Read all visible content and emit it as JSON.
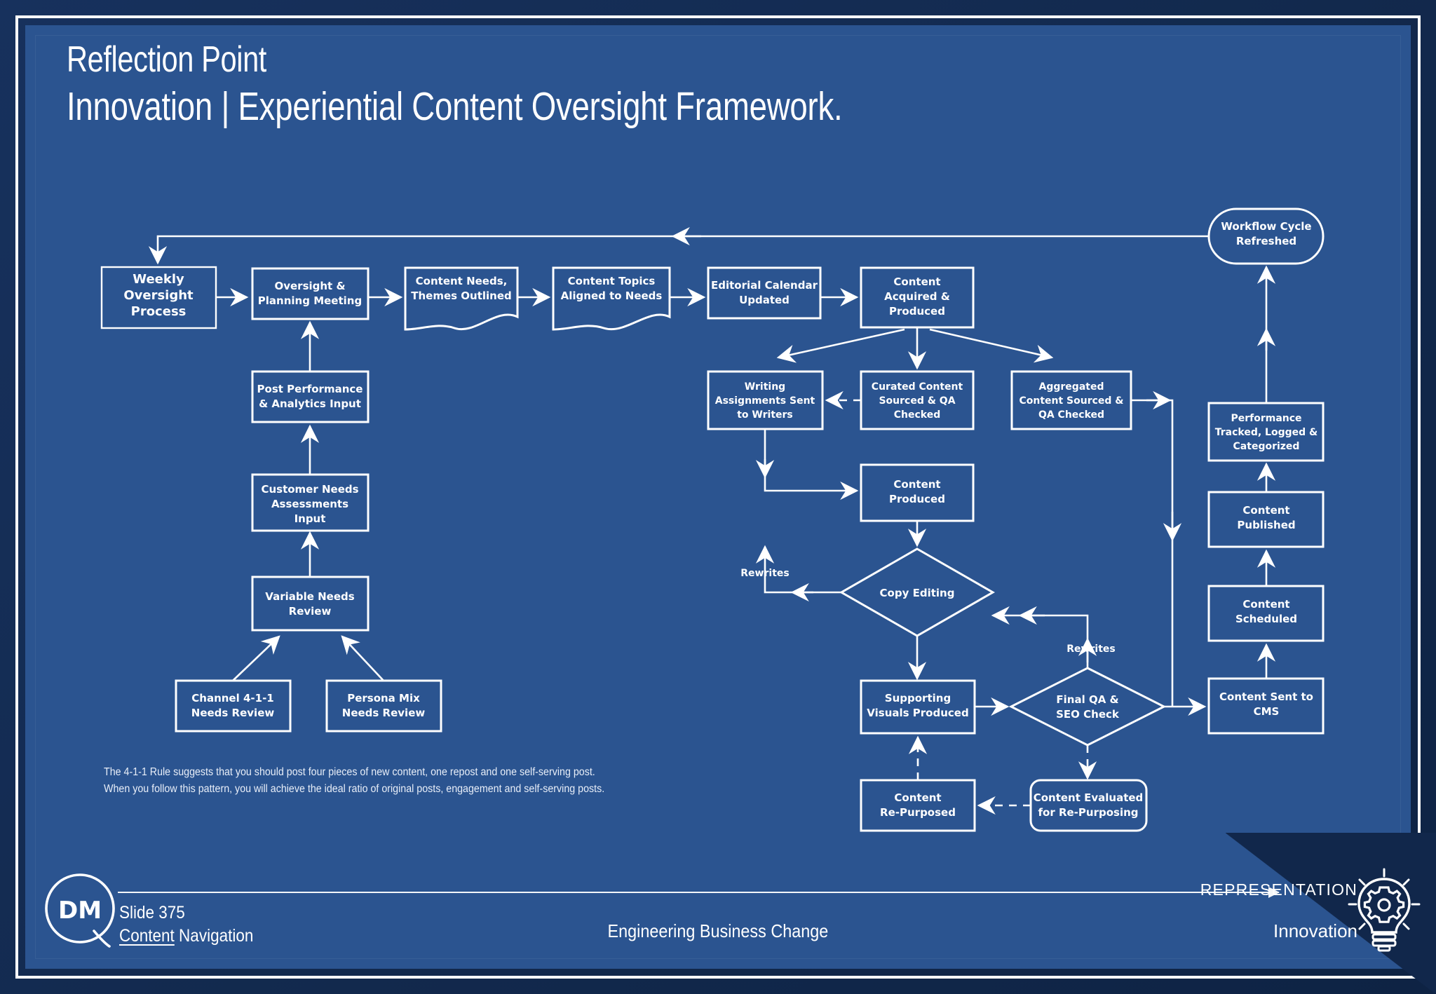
{
  "theme": {
    "outer_bg": "#12294d",
    "stage_bg": "#2b5490",
    "line_color": "#ffffff",
    "accent": "#ffffff"
  },
  "header": {
    "eyebrow": "Reflection Point",
    "title": "Innovation | Experiential Content Oversight Framework."
  },
  "footnote": {
    "text": "The 4-1-1 Rule suggests that you should post four pieces of new content, one repost and one self-serving post. When you follow this pattern, you will achieve the ideal ratio of original posts, engagement and self-serving posts."
  },
  "footer": {
    "logo_text": "DM",
    "slide_number": "Slide 375",
    "nav_underlined": "Content",
    "nav_rest": " Navigation",
    "center_label": "Engineering Business Change",
    "right_top": "REPRESENTATION",
    "right_bottom": "Innovation"
  },
  "chart_data": {
    "type": "diagram",
    "title": "Experiential Content Oversight Framework",
    "nodes": [
      {
        "id": "weekly",
        "label": "Weekly\nOversight\nProcess",
        "shape": "rect-plain"
      },
      {
        "id": "planning",
        "label": "Oversight &\nPlanning Meeting",
        "shape": "rect"
      },
      {
        "id": "needs_themes",
        "label": "Content Needs,\nThemes Outlined",
        "shape": "document"
      },
      {
        "id": "topics",
        "label": "Content Topics\nAligned to Needs",
        "shape": "document"
      },
      {
        "id": "calendar",
        "label": "Editorial Calendar\nUpdated",
        "shape": "rect"
      },
      {
        "id": "acquired",
        "label": "Content\nAcquired &\nProduced",
        "shape": "rect"
      },
      {
        "id": "postperf",
        "label": "Post Performance\n& Analytics Input",
        "shape": "rect"
      },
      {
        "id": "custneeds",
        "label": "Customer Needs\nAssessments\nInput",
        "shape": "rect"
      },
      {
        "id": "varneeds",
        "label": "Variable Needs\nReview",
        "shape": "rect"
      },
      {
        "id": "channel411",
        "label": "Channel 4-1-1\nNeeds Review",
        "shape": "rect"
      },
      {
        "id": "personamix",
        "label": "Persona Mix\nNeeds Review",
        "shape": "rect"
      },
      {
        "id": "writing",
        "label": "Writing\nAssignments Sent\nto Writers",
        "shape": "rect"
      },
      {
        "id": "curated",
        "label": "Curated Content\nSourced & QA\nChecked",
        "shape": "rect"
      },
      {
        "id": "aggregated",
        "label": "Aggregated\nContent Sourced &\nQA Checked",
        "shape": "rect"
      },
      {
        "id": "produced",
        "label": "Content\nProduced",
        "shape": "rect"
      },
      {
        "id": "copyedit",
        "label": "Copy Editing",
        "shape": "diamond"
      },
      {
        "id": "visuals",
        "label": "Supporting\nVisuals Produced",
        "shape": "rect"
      },
      {
        "id": "finalqa",
        "label": "Final QA &\nSEO Check",
        "shape": "diamond"
      },
      {
        "id": "repurposed",
        "label": "Content\nRe-Purposed",
        "shape": "rect"
      },
      {
        "id": "evaluated",
        "label": "Content Evaluated\nfor Re-Purposing",
        "shape": "rounded"
      },
      {
        "id": "cycle",
        "label": "Workflow Cycle\nRefreshed",
        "shape": "pill"
      },
      {
        "id": "perf_tracked",
        "label": "Performance\nTracked, Logged &\nCategorized",
        "shape": "rect"
      },
      {
        "id": "published",
        "label": "Content\nPublished",
        "shape": "rect"
      },
      {
        "id": "scheduled",
        "label": "Content\nScheduled",
        "shape": "rect"
      },
      {
        "id": "cms",
        "label": "Content Sent to\nCMS",
        "shape": "rect"
      }
    ],
    "edge_labels": [
      "Rewrites",
      "Rewrites"
    ],
    "edges": [
      {
        "from": "weekly",
        "to": "planning"
      },
      {
        "from": "planning",
        "to": "needs_themes"
      },
      {
        "from": "needs_themes",
        "to": "topics"
      },
      {
        "from": "topics",
        "to": "calendar"
      },
      {
        "from": "calendar",
        "to": "acquired"
      },
      {
        "from": "acquired",
        "to": "writing"
      },
      {
        "from": "acquired",
        "to": "curated"
      },
      {
        "from": "acquired",
        "to": "aggregated"
      },
      {
        "from": "curated",
        "to": "writing",
        "style": "dashed"
      },
      {
        "from": "writing",
        "to": "produced"
      },
      {
        "from": "produced",
        "to": "copyedit"
      },
      {
        "from": "copyedit",
        "to": "writing",
        "label": "Rewrites"
      },
      {
        "from": "copyedit",
        "to": "visuals"
      },
      {
        "from": "visuals",
        "to": "finalqa"
      },
      {
        "from": "finalqa",
        "to": "copyedit",
        "label": "Rewrites"
      },
      {
        "from": "finalqa",
        "to": "evaluated",
        "style": "dashed"
      },
      {
        "from": "evaluated",
        "to": "repurposed",
        "style": "dashed"
      },
      {
        "from": "repurposed",
        "to": "visuals",
        "style": "dashed"
      },
      {
        "from": "finalqa",
        "to": "cms"
      },
      {
        "from": "aggregated",
        "to": "cms"
      },
      {
        "from": "cms",
        "to": "scheduled"
      },
      {
        "from": "scheduled",
        "to": "published"
      },
      {
        "from": "published",
        "to": "perf_tracked"
      },
      {
        "from": "perf_tracked",
        "to": "cycle"
      },
      {
        "from": "cycle",
        "to": "weekly"
      },
      {
        "from": "postperf",
        "to": "planning"
      },
      {
        "from": "custneeds",
        "to": "postperf"
      },
      {
        "from": "varneeds",
        "to": "custneeds"
      },
      {
        "from": "channel411",
        "to": "varneeds"
      },
      {
        "from": "personamix",
        "to": "varneeds"
      }
    ]
  }
}
